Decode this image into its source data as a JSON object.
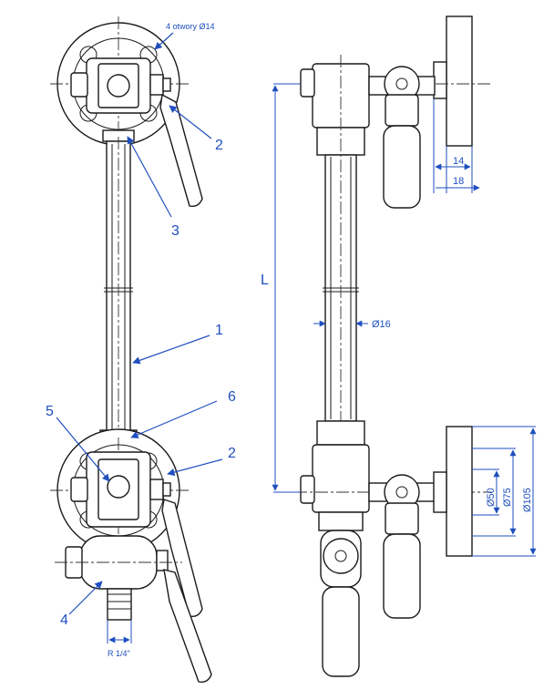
{
  "labels": {
    "holes_note": "4 otwory Ø14",
    "item_1": "1",
    "item_2_top": "2",
    "item_2_bottom": "2",
    "item_3": "3",
    "item_4": "4",
    "item_5": "5",
    "item_6": "6",
    "thread": "R 1/4\"",
    "length": "L",
    "pipe_dia": "Ø16",
    "dim_14": "14",
    "dim_18": "18",
    "dim_50": "Ø50",
    "dim_75": "Ø75",
    "dim_105": "Ø105"
  },
  "colors": {
    "annotation": "#1f4fbf",
    "line": "#1a1a1a"
  }
}
